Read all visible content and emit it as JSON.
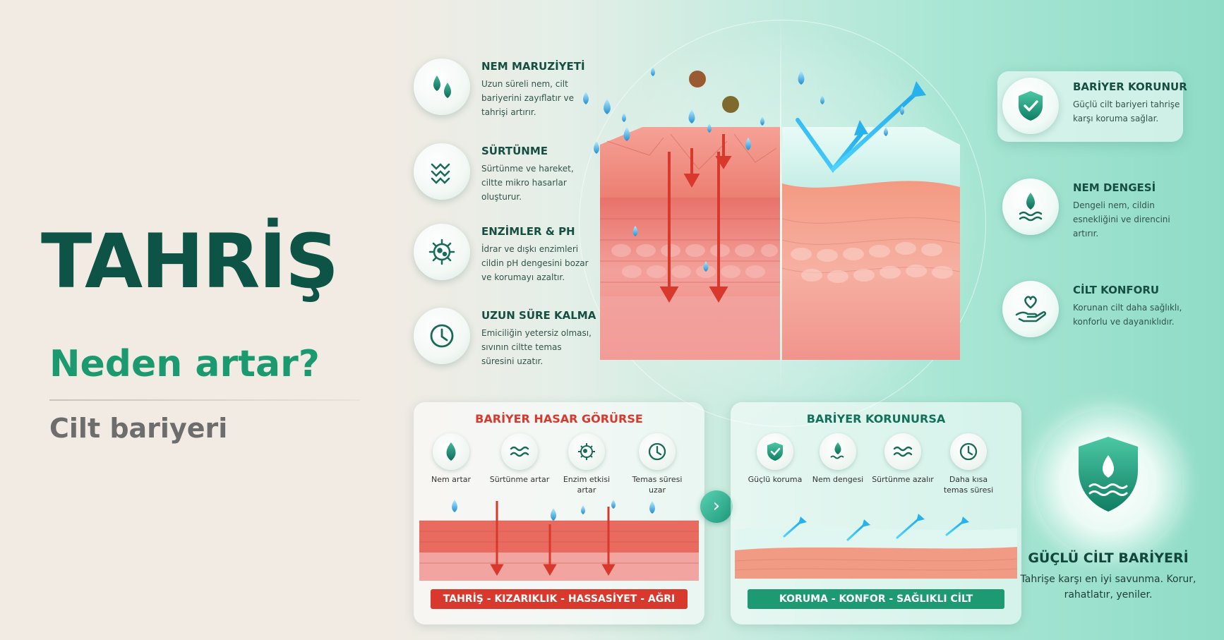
{
  "header": {
    "title": "TAHRİŞ",
    "subtitle": "Neden artar?",
    "caption": "Cilt bariyeri"
  },
  "factors": [
    {
      "title": "NEM MARUZİYETİ",
      "desc": "Uzun süreli nem, cilt bariyerini zayıflatır ve tahrişi artırır.",
      "icon": "water-drops-icon"
    },
    {
      "title": "SÜRTÜNME",
      "desc": "Sürtünme ve hareket, ciltte mikro hasarlar oluşturur.",
      "icon": "friction-icon"
    },
    {
      "title": "ENZİMLER & PH",
      "desc": "İdrar ve dışkı enzimleri cildin pH dengesini bozar ve korumayı azaltır.",
      "icon": "microbe-icon"
    },
    {
      "title": "UZUN SÜRE KALMA",
      "desc": "Emiciliğin yetersiz olması, sıvının ciltte temas süresini uzatır.",
      "icon": "clock-icon"
    }
  ],
  "benefits": [
    {
      "title": "BARİYER KORUNUR",
      "desc": "Güçlü cilt bariyeri tahrişe karşı koruma sağlar.",
      "icon": "shield-check-icon"
    },
    {
      "title": "NEM DENGESİ",
      "desc": "Dengeli nem, cildin esnekliğini ve direncini artırır.",
      "icon": "drop-waves-icon"
    },
    {
      "title": "CİLT KONFORU",
      "desc": "Korunan cilt daha sağlıklı, konforlu ve dayanıklıdır.",
      "icon": "heart-hand-icon"
    }
  ],
  "damage_panel": {
    "title": "BARİYER HASAR GÖRÜRSE",
    "items": [
      {
        "label": "Nem artar",
        "icon": "drop-icon"
      },
      {
        "label": "Sürtünme artar",
        "icon": "waves-icon"
      },
      {
        "label": "Enzim etkisi artar",
        "icon": "microbe-icon"
      },
      {
        "label": "Temas süresi uzar",
        "icon": "clock-icon"
      }
    ],
    "bar": "TAHRİŞ - KIZARIKLIK - HASSASİYET - AĞRI"
  },
  "protect_panel": {
    "title": "BARİYER KORUNURSA",
    "items": [
      {
        "label": "Güçlü koruma",
        "icon": "shield-icon"
      },
      {
        "label": "Nem dengesi",
        "icon": "drop-waves-icon"
      },
      {
        "label": "Sürtünme azalır",
        "icon": "waves-icon"
      },
      {
        "label": "Daha kısa temas süresi",
        "icon": "clock-icon"
      }
    ],
    "bar": "KORUMA - KONFOR - SAĞLIKLI CİLT"
  },
  "strong_barrier": {
    "title": "GÜÇLÜ CİLT BARİYERİ",
    "desc": "Tahrişe karşı en iyi savunma. Korur, rahatlatır, yeniler."
  },
  "colors": {
    "dark_green": "#0d5346",
    "accent_green": "#1a9a6e",
    "damage_red": "#d8392c",
    "skin": "#ef8a7f",
    "water_blue": "#2aa6dc"
  }
}
